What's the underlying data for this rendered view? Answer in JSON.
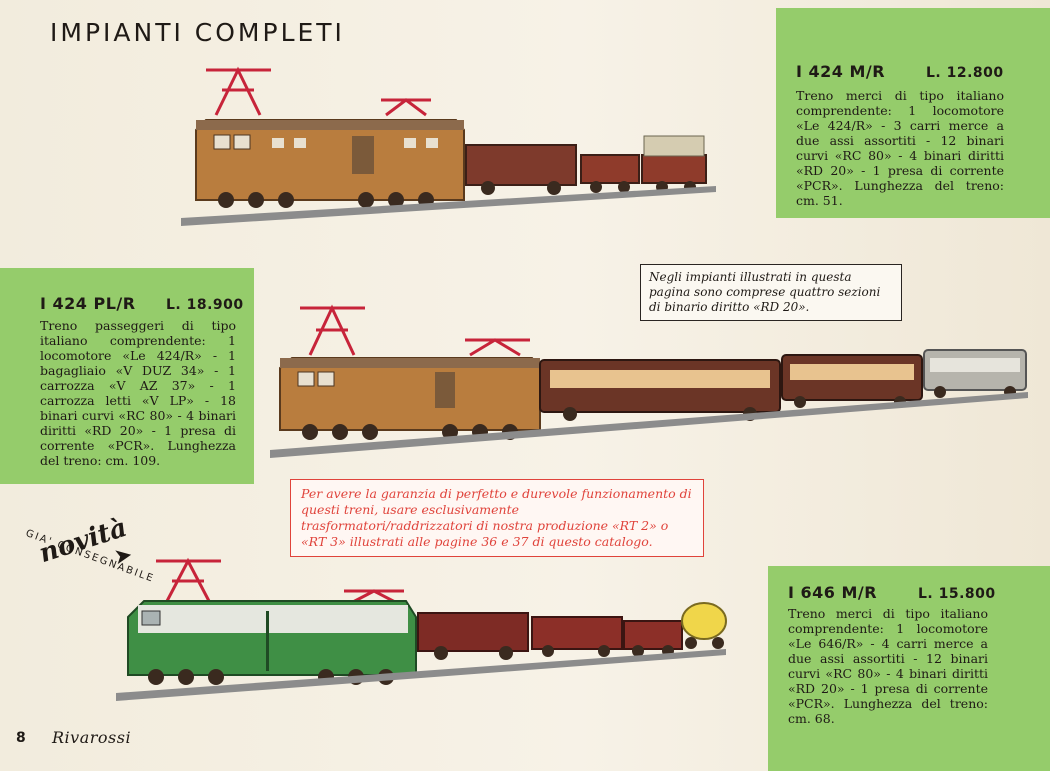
{
  "page": {
    "title": "IMPIANTI COMPLETI",
    "page_number": "8",
    "brand": "Rivarossi",
    "badge": "novità",
    "badge_sub": "GIA' CONSEGNABILE"
  },
  "products": [
    {
      "model": "I 424 M/R",
      "price": "L. 12.800",
      "description": "Treno merci di tipo italiano comprendente: 1 locomotore «Le 424/R» - 3 carri merce a due assi assortiti - 12 binari curvi «RC 80» - 4 binari diritti «RD 20» - 1 presa di corrente «PCR». Lunghezza del treno: cm. 51."
    },
    {
      "model": "I 424 PL/R",
      "price": "L. 18.900",
      "description": "Treno passeggeri di tipo italiano comprendente: 1 locomotore «Le 424/R» - 1 bagagliaio «V DUZ 34» - 1 carrozza «V AZ 37» - 1 carrozza letti «V LP» - 18 binari curvi «RC 80» - 4 binari diritti «RD 20» - 1 presa di corrente «PCR». Lunghezza del treno: cm. 109."
    },
    {
      "model": "I 646 M/R",
      "price": "L. 15.800",
      "description": "Treno merci di tipo italiano comprendente: 1 locomotore «Le 646/R» - 4 carri merce a due assi assortiti - 12 binari curvi «RC 80» - 4 binari diritti «RD 20» - 1 presa di corrente «PCR». Lunghezza del treno: cm. 68."
    }
  ],
  "notes": {
    "track_note": "Negli impianti illustrati in questa pagina sono comprese quattro sezioni di binario diritto «RD 20».",
    "warranty_note": "Per avere la garanzia di perfetto e durevole funzionamento di questi treni, usare esclusivamente trasformatori/raddrizzatori di nostra produzione «RT 2» o «RT 3» illustrati alle pagine 36 e 37 di questo catalogo."
  },
  "colors": {
    "panel_green": "#95cc6b",
    "loco_brown": "#b97d3e",
    "loco_green": "#3f8f45",
    "note_red": "#e0433b"
  }
}
